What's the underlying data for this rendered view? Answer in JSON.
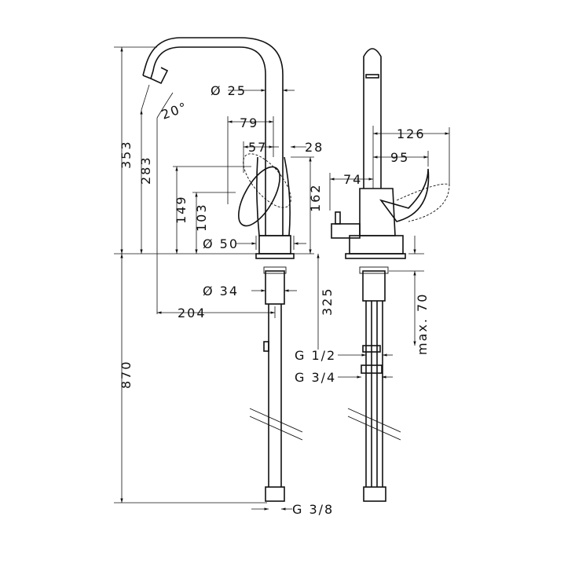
{
  "drawing": {
    "side_view": {
      "spout_diameter": "Ø 25",
      "spout_angle": "20°",
      "dim_79": "79",
      "dim_57": "57",
      "dim_28": "28",
      "dim_149": "149",
      "dim_103": "103",
      "dim_162": "162",
      "base_diameter": "Ø 50",
      "total_height": "353",
      "outlet_height": "283",
      "shank_diameter": "Ø 34",
      "reach": "204",
      "hose_length": "870",
      "hose_thread": "G 3/8"
    },
    "front_view": {
      "dim_126": "126",
      "dim_95": "95",
      "dim_74": "74",
      "dim_325": "325",
      "max_thickness": "max. 70",
      "thread_1": "G 1/2",
      "thread_2": "G 3/4"
    }
  }
}
